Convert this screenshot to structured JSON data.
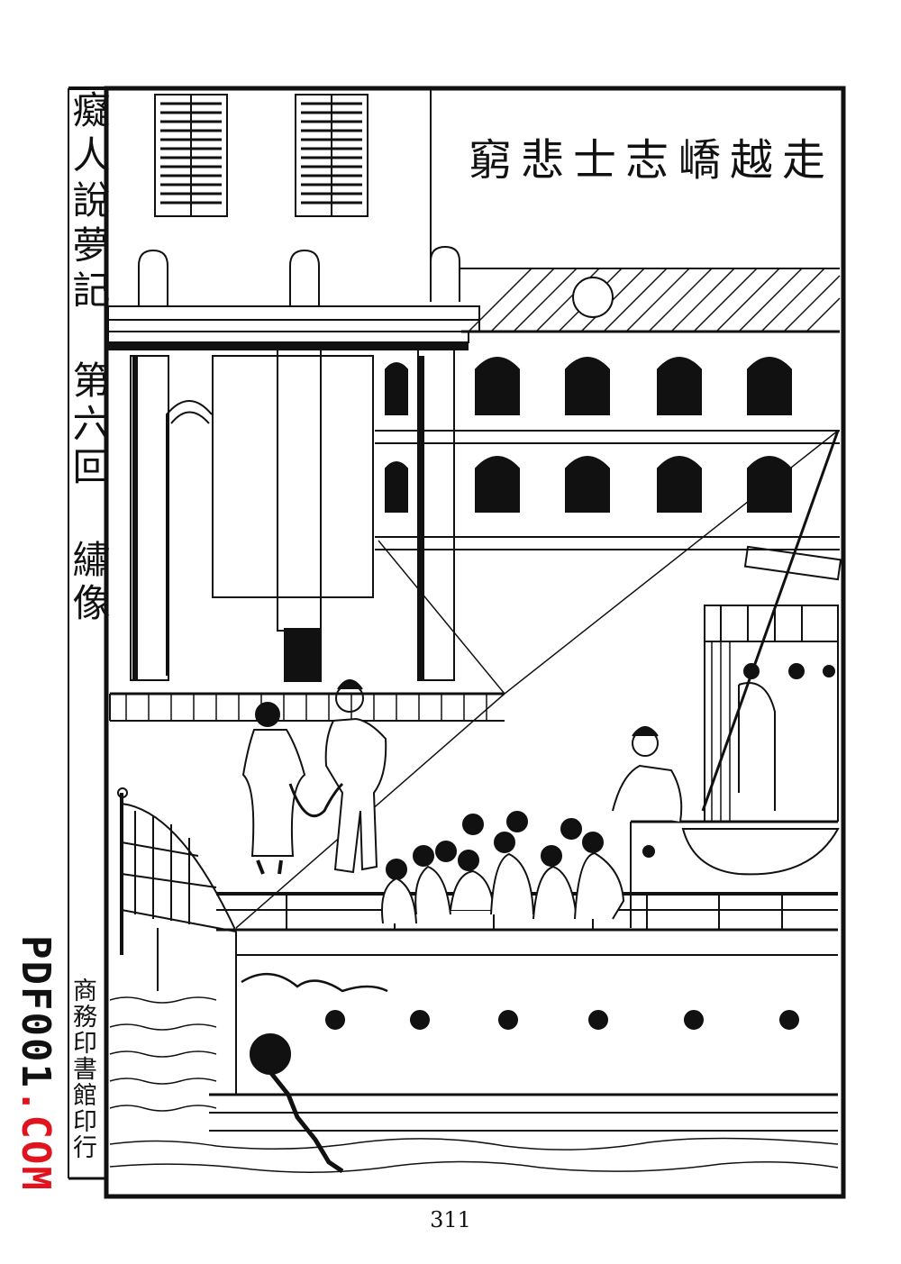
{
  "page": {
    "book_title": "癡人說夢記",
    "chapter_label": "第六回 繡像",
    "caption": "走越嶠志士悲窮",
    "publisher": "商務印書館印行",
    "page_number": "311"
  },
  "watermark": {
    "prefix": "PDF001",
    "suffix": ".COM",
    "prefix_color": "#111111",
    "suffix_color": "#e0141e"
  }
}
